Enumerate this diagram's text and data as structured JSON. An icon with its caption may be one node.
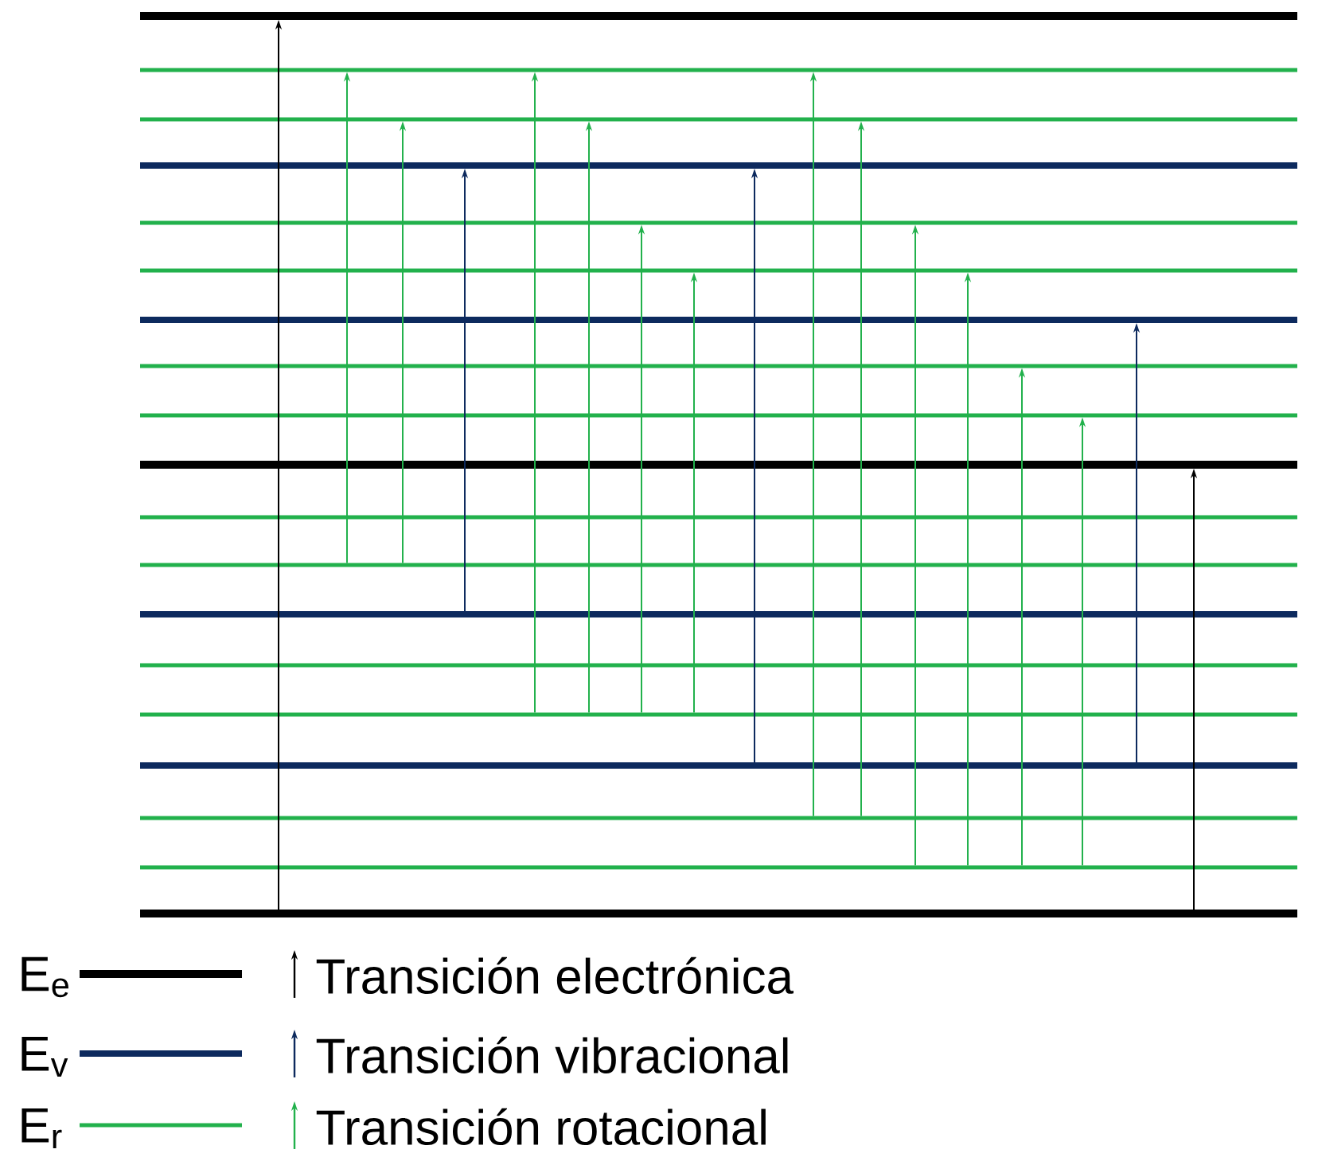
{
  "diagram": {
    "nodes": [
      {
        "text": [],
        "shape": "bar"
      },
      {
        "text": [],
        "shape": "bar"
      },
      {
        "text": [],
        "shape": "bar"
      },
      {
        "text": [],
        "shape": "bar"
      },
      {
        "text": [],
        "shape": "bar"
      },
      {
        "text": [],
        "shape": "bar"
      },
      {
        "text": [],
        "shape": "bar"
      },
      {
        "text": [],
        "shape": "bar"
      },
      {
        "text": [],
        "shape": "bar"
      },
      {
        "text": [],
        "shape": "bar"
      },
      {
        "text": [],
        "shape": "bar"
      },
      {
        "text": [],
        "shape": "bar"
      },
      {
        "text": [],
        "shape": "bar"
      },
      {
        "text": [],
        "shape": "bar"
      },
      {
        "text": [],
        "shape": "bar"
      },
      {
        "text": [],
        "shape": "bar"
      },
      {
        "text": [],
        "shape": "bar"
      },
      {
        "text": [],
        "shape": "bar"
      },
      {
        "text": [],
        "shape": "bar"
      }
    ],
    "edges": [
      {
        "from": 18,
        "to": 0,
        "arrow": "to",
        "color": "#000000"
      },
      {
        "from": 11,
        "to": 1,
        "arrow": "to"
      },
      {
        "from": 11,
        "to": 2,
        "arrow": "to"
      },
      {
        "from": 12,
        "to": 3,
        "arrow": "to",
        "color": "#0d2a5e"
      },
      {
        "from": 14,
        "to": 1,
        "arrow": "to"
      },
      {
        "from": 14,
        "to": 2,
        "arrow": "to"
      },
      {
        "from": 14,
        "to": 4,
        "arrow": "to"
      },
      {
        "from": 14,
        "to": 5,
        "arrow": "to"
      },
      {
        "from": 15,
        "to": 3,
        "arrow": "to",
        "color": "#0d2a5e"
      },
      {
        "from": 16,
        "to": 1,
        "arrow": "to"
      },
      {
        "from": 16,
        "to": 2,
        "arrow": "to"
      },
      {
        "from": 17,
        "to": 4,
        "arrow": "to"
      },
      {
        "from": 17,
        "to": 5,
        "arrow": "to"
      },
      {
        "from": 17,
        "to": 7,
        "arrow": "to"
      },
      {
        "from": 17,
        "to": 8,
        "arrow": "to"
      },
      {
        "from": 15,
        "to": 6,
        "arrow": "to",
        "color": "#0d2a5e"
      },
      {
        "from": 18,
        "to": 9,
        "arrow": "to",
        "color": "#000000"
      }
    ],
    "legend": [
      {
        "text": "E$_{e}$"
      },
      {
        "text": "Transición electrónica"
      },
      {
        "text": "E$_{v}$"
      },
      {
        "text": "Transición vibracional"
      },
      {
        "text": "E$_{r}$"
      },
      {
        "text": "Transición rotacional"
      }
    ]
  }
}
